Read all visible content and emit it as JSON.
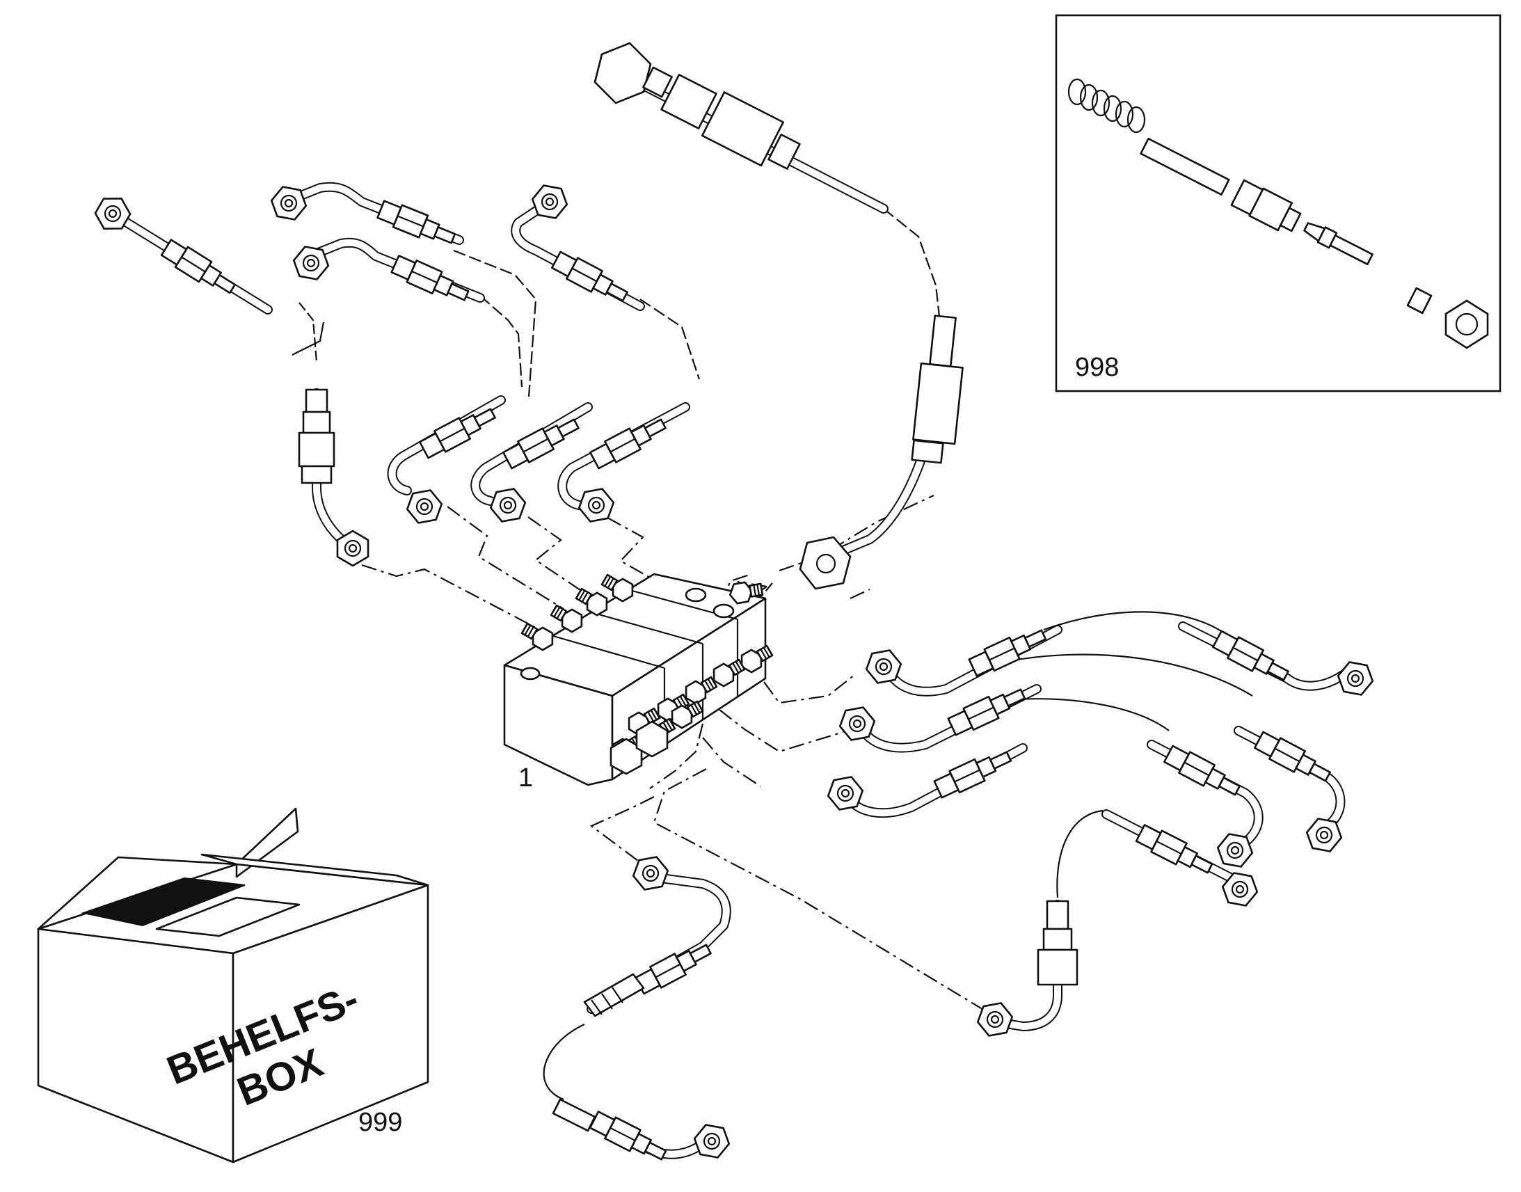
{
  "callouts": {
    "distributor": "1",
    "spares_kit": "998",
    "aux_box": "999"
  },
  "box_label": {
    "line1": "BEHELFS-",
    "line2": "BOX"
  }
}
